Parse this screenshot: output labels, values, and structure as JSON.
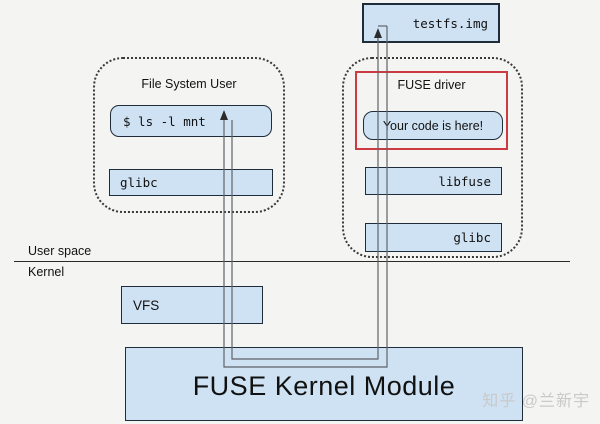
{
  "title": "FUSE architecture diagram",
  "colors": {
    "background": "#f4f4f2",
    "box_fill": "#cfe2f3",
    "box_border": "#1f2d3a",
    "red_highlight": "#cc3b41",
    "connector": "#5f6368",
    "watermark": "#c9c9c9"
  },
  "groups": {
    "file_system_user": {
      "label": "File System User"
    },
    "fuse_driver": {
      "label": "FUSE driver"
    }
  },
  "nodes": {
    "testfs_img": {
      "label": "testfs.img"
    },
    "ls_command": {
      "label": "$ ls -l mnt"
    },
    "glibc_left": {
      "label": "glibc"
    },
    "your_code": {
      "label": "Your code is here!"
    },
    "libfuse": {
      "label": "libfuse"
    },
    "glibc_right": {
      "label": "glibc"
    },
    "vfs": {
      "label": "VFS"
    },
    "fuse_kernel_module": {
      "label": "FUSE Kernel Module"
    }
  },
  "boundary": {
    "user_space_label": "User space",
    "kernel_label": "Kernel"
  },
  "watermark": {
    "text": "知乎 @兰新宇"
  }
}
